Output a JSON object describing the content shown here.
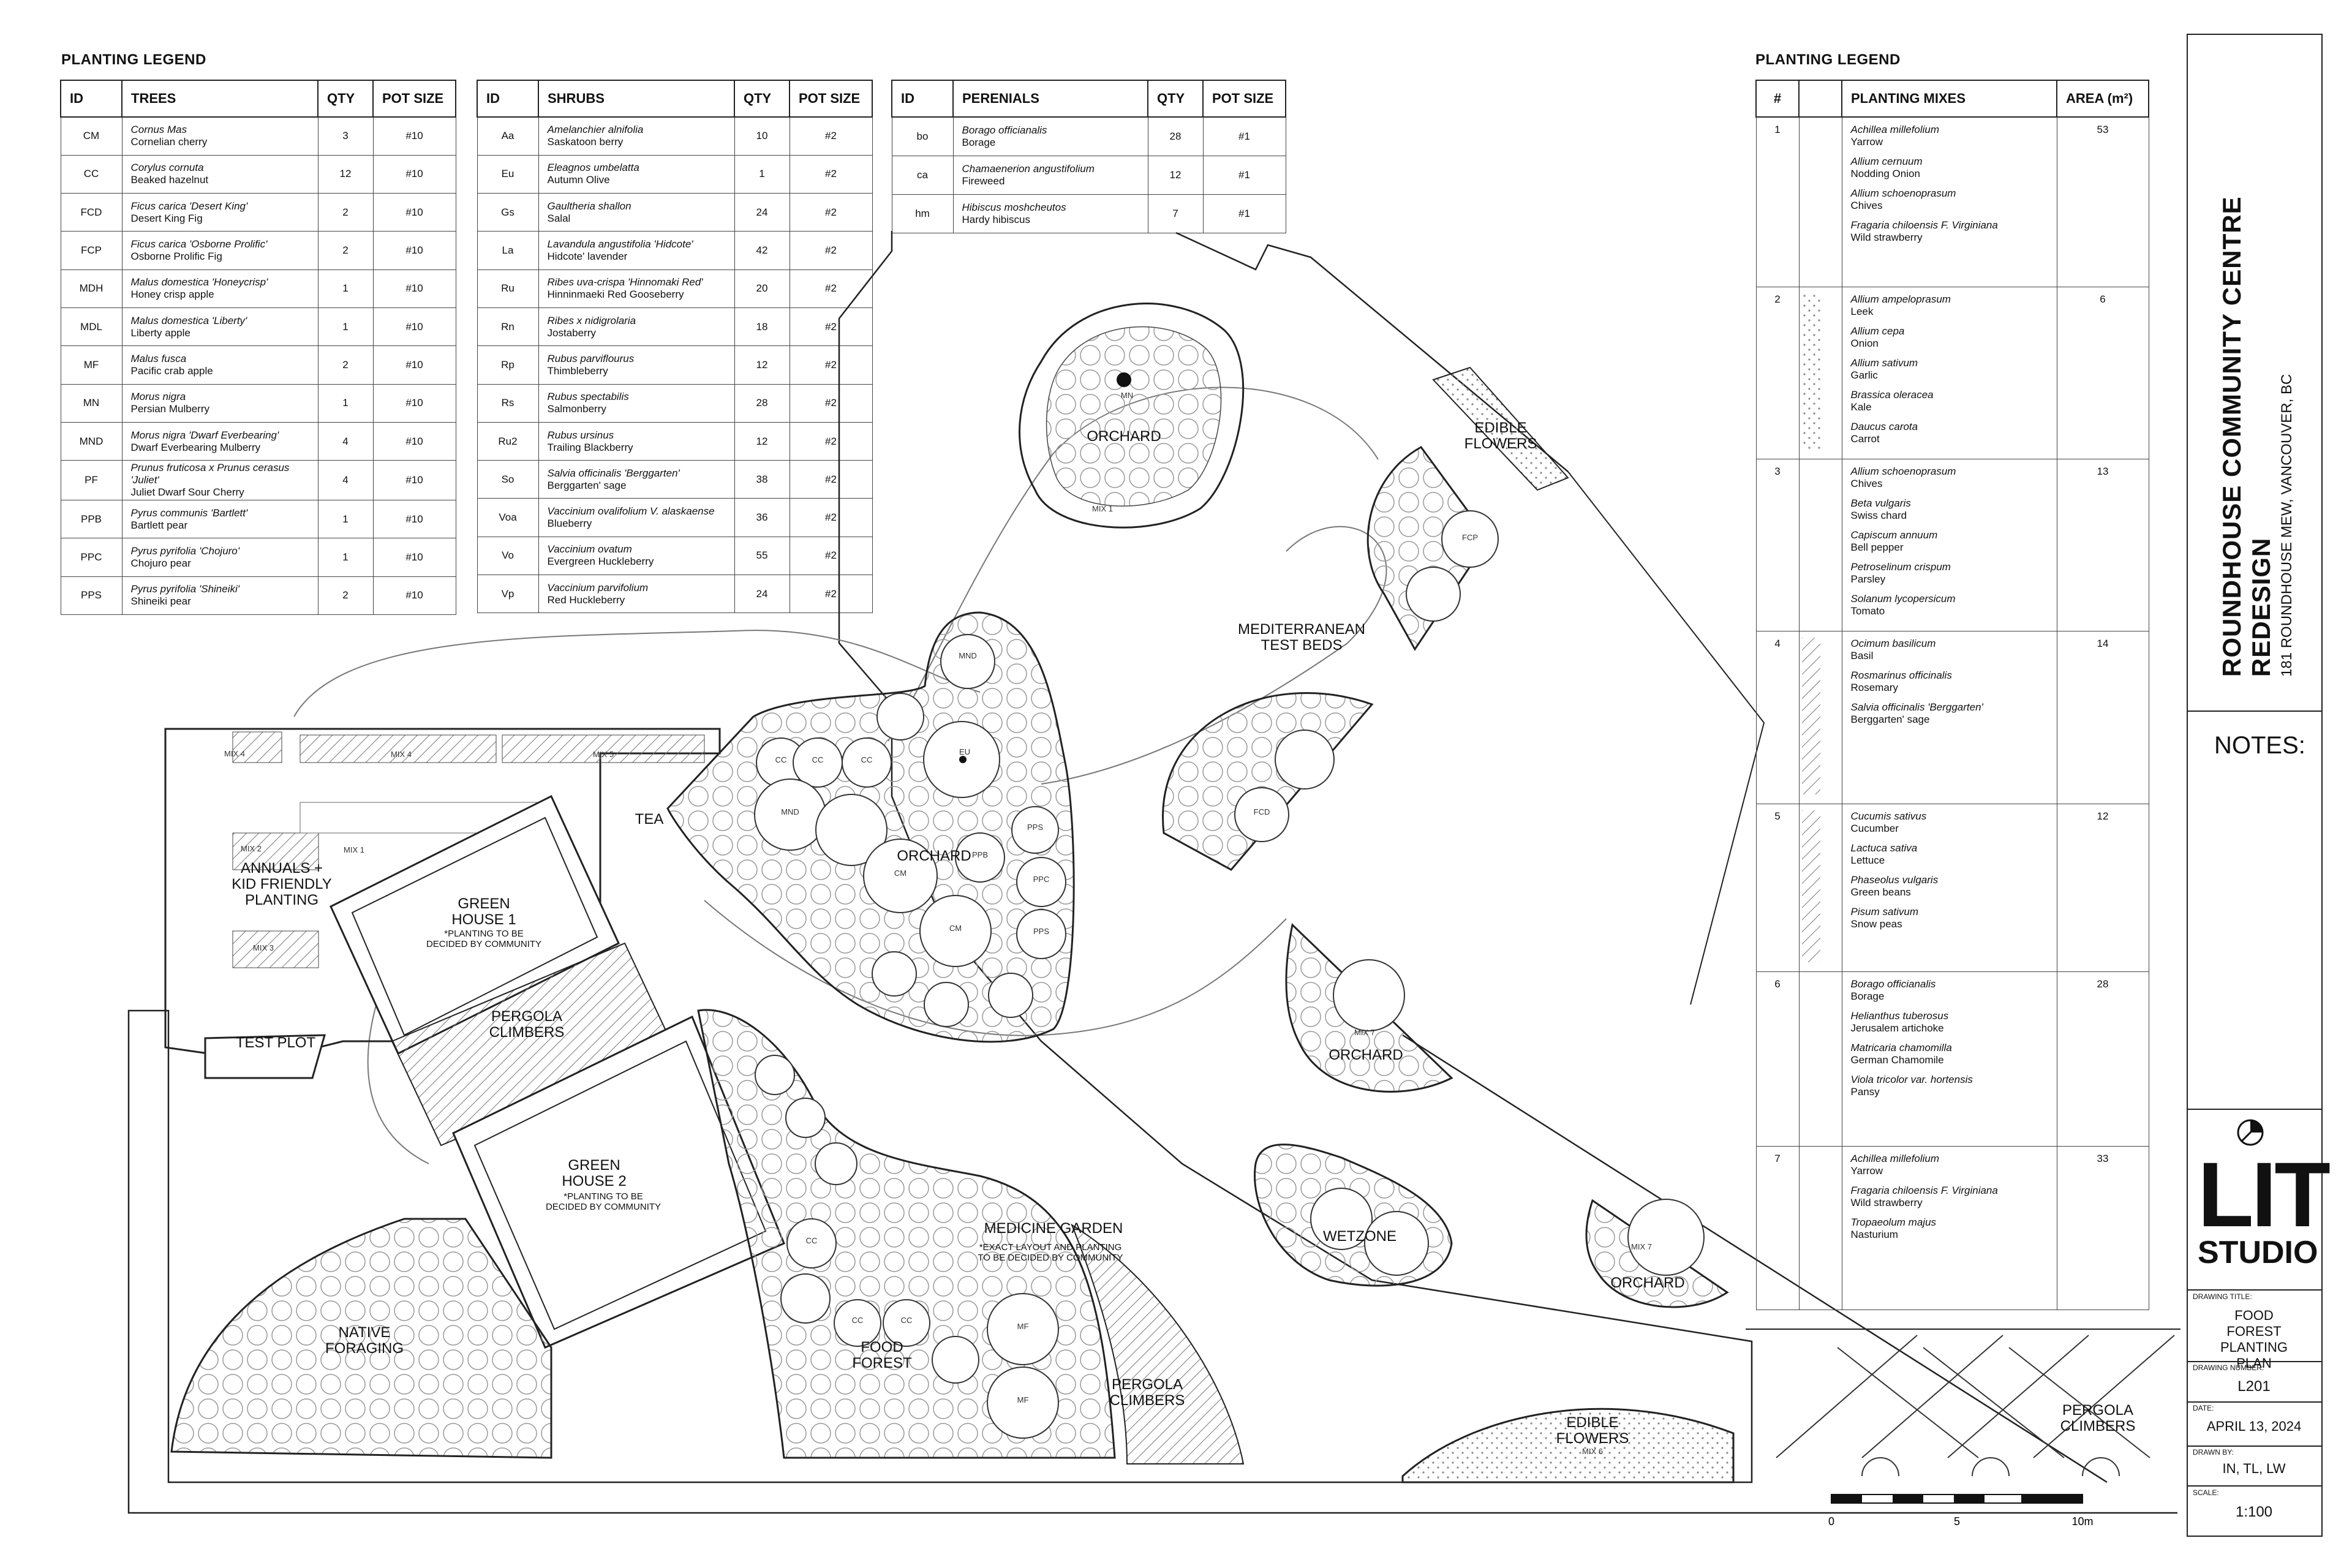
{
  "legend_left_title": "PLANTING LEGEND",
  "legend_right_title": "PLANTING LEGEND",
  "trees": {
    "headers": [
      "ID",
      "TREES",
      "QTY",
      "POT SIZE"
    ],
    "rows": [
      {
        "id": "CM",
        "latin": "Cornus Mas",
        "common": "Cornelian cherry",
        "qty": "3",
        "pot": "#10"
      },
      {
        "id": "CC",
        "latin": "Corylus cornuta",
        "common": "Beaked hazelnut",
        "qty": "12",
        "pot": "#10"
      },
      {
        "id": "FCD",
        "latin": "Ficus carica 'Desert King'",
        "common": "Desert King Fig",
        "qty": "2",
        "pot": "#10"
      },
      {
        "id": "FCP",
        "latin": "Ficus carica 'Osborne Prolific'",
        "common": "Osborne Prolific Fig",
        "qty": "2",
        "pot": "#10"
      },
      {
        "id": "MDH",
        "latin": "Malus domestica 'Honeycrisp'",
        "common": "Honey crisp apple",
        "qty": "1",
        "pot": "#10"
      },
      {
        "id": "MDL",
        "latin": "Malus domestica 'Liberty'",
        "common": "Liberty apple",
        "qty": "1",
        "pot": "#10"
      },
      {
        "id": "MF",
        "latin": "Malus fusca",
        "common": "Pacific crab apple",
        "qty": "2",
        "pot": "#10"
      },
      {
        "id": "MN",
        "latin": "Morus nigra",
        "common": "Persian Mulberry",
        "qty": "1",
        "pot": "#10"
      },
      {
        "id": "MND",
        "latin": "Morus nigra 'Dwarf Everbearing'",
        "common": "Dwarf Everbearing Mulberry",
        "qty": "4",
        "pot": "#10"
      },
      {
        "id": "PF",
        "latin": "Prunus fruticosa x Prunus cerasus 'Juliet'",
        "common": "Juliet Dwarf Sour Cherry",
        "qty": "4",
        "pot": "#10"
      },
      {
        "id": "PPB",
        "latin": "Pyrus communis 'Bartlett'",
        "common": "Bartlett pear",
        "qty": "1",
        "pot": "#10"
      },
      {
        "id": "PPC",
        "latin": "Pyrus pyrifolia 'Chojuro'",
        "common": "Chojuro pear",
        "qty": "1",
        "pot": "#10"
      },
      {
        "id": "PPS",
        "latin": "Pyrus pyrifolia 'Shineiki'",
        "common": "Shineiki pear",
        "qty": "2",
        "pot": "#10"
      }
    ]
  },
  "shrubs": {
    "headers": [
      "ID",
      "SHRUBS",
      "QTY",
      "POT SIZE"
    ],
    "rows": [
      {
        "id": "Aa",
        "latin": "Amelanchier alnifolia",
        "common": "Saskatoon berry",
        "qty": "10",
        "pot": "#2"
      },
      {
        "id": "Eu",
        "latin": "Eleagnos umbelatta",
        "common": "Autumn Olive",
        "qty": "1",
        "pot": "#2"
      },
      {
        "id": "Gs",
        "latin": "Gaultheria shallon",
        "common": "Salal",
        "qty": "24",
        "pot": "#2"
      },
      {
        "id": "La",
        "latin": "Lavandula angustifolia 'Hidcote'",
        "common": "Hidcote' lavender",
        "qty": "42",
        "pot": "#2"
      },
      {
        "id": "Ru",
        "latin": "Ribes uva-crispa 'Hinnomaki Red'",
        "common": "Hinninmaeki Red Gooseberry",
        "qty": "20",
        "pot": "#2"
      },
      {
        "id": "Rn",
        "latin": "Ribes x nidigrolaria",
        "common": "Jostaberry",
        "qty": "18",
        "pot": "#2"
      },
      {
        "id": "Rp",
        "latin": "Rubus parviflourus",
        "common": "Thimbleberry",
        "qty": "12",
        "pot": "#2"
      },
      {
        "id": "Rs",
        "latin": "Rubus spectabilis",
        "common": "Salmonberry",
        "qty": "28",
        "pot": "#2"
      },
      {
        "id": "Ru2",
        "latin": "Rubus ursinus",
        "common": "Trailing Blackberry",
        "qty": "12",
        "pot": "#2"
      },
      {
        "id": "So",
        "latin": "Salvia officinalis 'Berggarten'",
        "common": "Berggarten' sage",
        "qty": "38",
        "pot": "#2"
      },
      {
        "id": "Voa",
        "latin": "Vaccinium ovalifolium V. alaskaense",
        "common": "Blueberry",
        "qty": "36",
        "pot": "#2"
      },
      {
        "id": "Vo",
        "latin": "Vaccinium ovatum",
        "common": "Evergreen Huckleberry",
        "qty": "55",
        "pot": "#2"
      },
      {
        "id": "Vp",
        "latin": "Vaccinium parvifolium",
        "common": "Red Huckleberry",
        "qty": "24",
        "pot": "#2"
      }
    ]
  },
  "perennials": {
    "headers": [
      "ID",
      "PERENIALS",
      "QTY",
      "POT SIZE"
    ],
    "rows": [
      {
        "id": "bo",
        "latin": "Borago officianalis",
        "common": "Borage",
        "qty": "28",
        "pot": "#1"
      },
      {
        "id": "ca",
        "latin": "Chamaenerion angustifolium",
        "common": "Fireweed",
        "qty": "12",
        "pot": "#1"
      },
      {
        "id": "hm",
        "latin": "Hibiscus moshcheutos",
        "common": "Hardy hibiscus",
        "qty": "7",
        "pot": "#1"
      }
    ]
  },
  "mixes": {
    "headers": [
      "#",
      "",
      "PLANTING MIXES",
      "AREA (m²)"
    ],
    "rows": [
      {
        "num": "1",
        "area": "53",
        "species": [
          {
            "latin": "Achillea millefolium",
            "common": "Yarrow"
          },
          {
            "latin": "Allium cernuum",
            "common": "Nodding Onion"
          },
          {
            "latin": "Allium schoenoprasum",
            "common": "Chives"
          },
          {
            "latin": "Fragaria chiloensis F. Virginiana",
            "common": "Wild strawberry"
          }
        ]
      },
      {
        "num": "2",
        "area": "6",
        "species": [
          {
            "latin": "Allium ampeloprasum",
            "common": "Leek"
          },
          {
            "latin": "Allium cepa",
            "common": "Onion"
          },
          {
            "latin": "Allium sativum",
            "common": "Garlic"
          },
          {
            "latin": "Brassica oleracea",
            "common": "Kale"
          },
          {
            "latin": "Daucus carota",
            "common": "Carrot"
          }
        ]
      },
      {
        "num": "3",
        "area": "13",
        "species": [
          {
            "latin": "Allium schoenoprasum",
            "common": "Chives"
          },
          {
            "latin": "Beta vulgaris",
            "common": "Swiss chard"
          },
          {
            "latin": "Capiscum annuum",
            "common": "Bell pepper"
          },
          {
            "latin": "Petroselinum crispum",
            "common": "Parsley"
          },
          {
            "latin": "Solanum lycopersicum",
            "common": "Tomato"
          }
        ]
      },
      {
        "num": "4",
        "area": "14",
        "species": [
          {
            "latin": "Ocimum basilicum",
            "common": "Basil"
          },
          {
            "latin": "Rosmarinus officinalis",
            "common": "Rosemary"
          },
          {
            "latin": "Salvia officinalis 'Berggarten'",
            "common": "Berggarten' sage"
          }
        ]
      },
      {
        "num": "5",
        "area": "12",
        "species": [
          {
            "latin": "Cucumis sativus",
            "common": "Cucumber"
          },
          {
            "latin": "Lactuca sativa",
            "common": "Lettuce"
          },
          {
            "latin": "Phaseolus vulgaris",
            "common": "Green beans"
          },
          {
            "latin": "Pisum sativum",
            "common": "Snow peas"
          }
        ]
      },
      {
        "num": "6",
        "area": "28",
        "species": [
          {
            "latin": "Borago officianalis",
            "common": "Borage"
          },
          {
            "latin": "Helianthus tuberosus",
            "common": "Jerusalem artichoke"
          },
          {
            "latin": "Matricaria chamomilla",
            "common": "German Chamomile"
          },
          {
            "latin": "Viola tricolor var. hortensis",
            "common": "Pansy"
          }
        ]
      },
      {
        "num": "7",
        "area": "33",
        "species": [
          {
            "latin": "Achillea millefolium",
            "common": "Yarrow"
          },
          {
            "latin": "Fragaria chiloensis F. Virginiana",
            "common": "Wild strawberry"
          },
          {
            "latin": "Tropaeolum majus",
            "common": "Nasturium"
          }
        ]
      }
    ]
  },
  "title_block": {
    "project_title": "ROUNDHOUSE COMMUNITY CENTRE REDESIGN",
    "address": "181 ROUNDHOUSE MEW, VANCOUVER, BC",
    "notes_label": "NOTES:",
    "logo_line1": "LIT",
    "logo_line2": "STUDIO",
    "drawing_title_label": "DRAWING TITLE:",
    "drawing_title": "FOOD FOREST PLANTING PLAN",
    "drawing_number_label": "DRAWING NUMBER:",
    "drawing_number": "L201",
    "date_label": "DATE:",
    "date": "APRIL 13, 2024",
    "drawn_by_label": "DRAWN BY:",
    "drawn_by": "IN, TL, LW",
    "scale_label": "SCALE:",
    "scale": "1:100"
  },
  "scale_bar": {
    "labels": [
      "0",
      "5",
      "10m"
    ]
  },
  "map_labels": {
    "orchard_top": "ORCHARD",
    "edible_flowers_top": "EDIBLE\nFLOWERS",
    "mediterranean": "MEDITERRANEAN\nTEST BEDS",
    "tea": "TEA",
    "orchard_center": "ORCHARD",
    "annuals": "ANNUALS +\nKID FRIENDLY\nPLANTING",
    "greenhouse1": "GREEN\nHOUSE 1",
    "greenhouse1_note": "*PLANTING TO BE\nDECIDED BY COMMUNITY",
    "pergola1": "PERGOLA\nCLIMBERS",
    "test_plot": "TEST PLOT",
    "orchard_right": "ORCHARD",
    "greenhouse2": "GREEN\nHOUSE 2",
    "greenhouse2_note": "*PLANTING TO BE\nDECIDED BY COMMUNITY",
    "medicine_garden": "MEDICINE GARDEN",
    "medicine_note": "*EXACT LAYOUT AND PLANTING\nTO BE DECIDED BY COMMUNITY",
    "wetzone": "WETZONE",
    "orchard_far_right": "ORCHARD",
    "native_foraging": "NATIVE\nFORAGING",
    "food_forest": "FOOD\nFOREST",
    "pergola2": "PERGOLA\nCLIMBERS",
    "edible_flowers_bottom": "EDIBLE\nFLOWERS",
    "pergola3": "PERGOLA\nCLIMBERS"
  },
  "map_small": {
    "mix1a": "MIX 1",
    "mix4a": "MIX 4",
    "mix4b": "MIX 4",
    "mix5": "MIX 5",
    "mix2": "MIX 2",
    "mix1b": "MIX 1",
    "mix3": "MIX 3",
    "mix6": "MIX 6",
    "mix7a": "MIX 7",
    "mix7b": "MIX 7",
    "mn": "MN",
    "eu": "EU",
    "mnd1": "MND",
    "mnd2": "MND",
    "cm1": "CM",
    "cm2": "CM",
    "ppb": "PPB",
    "ppc": "PPC",
    "pps1": "PPS",
    "pps2": "PPS",
    "fcd": "FCD",
    "fcp": "FCP",
    "cc1": "CC",
    "cc2": "CC",
    "cc3": "CC",
    "cc4": "CC",
    "cc5": "CC",
    "cc6": "CC",
    "mf1": "MF",
    "mf2": "MF"
  }
}
